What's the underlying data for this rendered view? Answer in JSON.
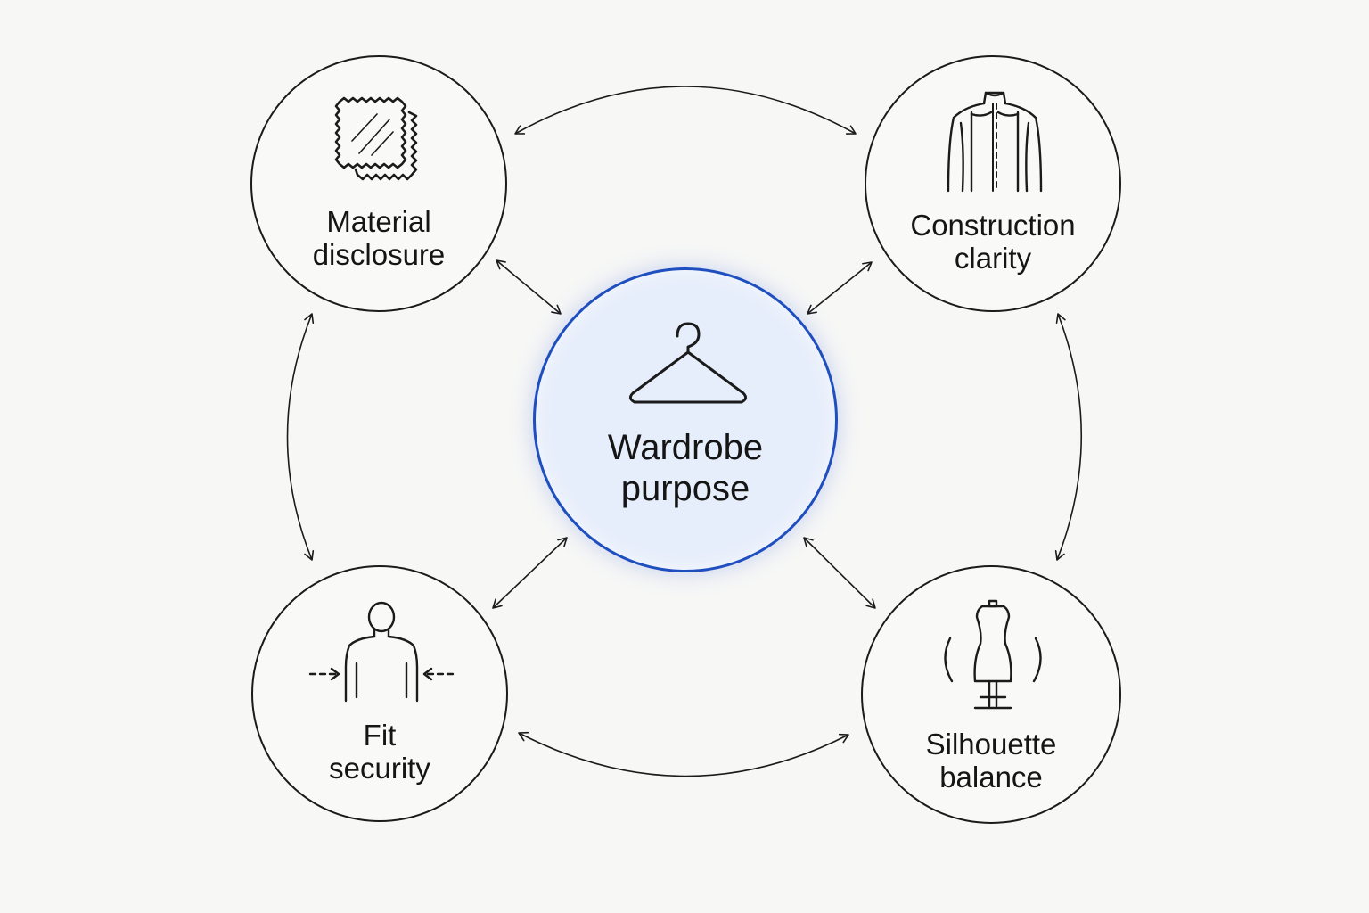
{
  "diagram": {
    "center": {
      "label_line1": "Wardrobe",
      "label_line2": "purpose",
      "icon": "hanger-icon"
    },
    "nodes": {
      "material": {
        "label_line1": "Material",
        "label_line2": "disclosure",
        "icon": "fabric-swatch-icon"
      },
      "construction": {
        "label_line1": "Construction",
        "label_line2": "clarity",
        "icon": "jacket-icon"
      },
      "fit": {
        "label_line1": "Fit",
        "label_line2": "security",
        "icon": "body-fit-icon"
      },
      "silhouette": {
        "label_line1": "Silhouette",
        "label_line2": "balance",
        "icon": "dress-form-icon"
      }
    },
    "colors": {
      "center_fill": "#e7eefb",
      "center_border": "#1f4fbf",
      "stroke": "#1b1b1b",
      "background": "#f7f7f6"
    }
  }
}
